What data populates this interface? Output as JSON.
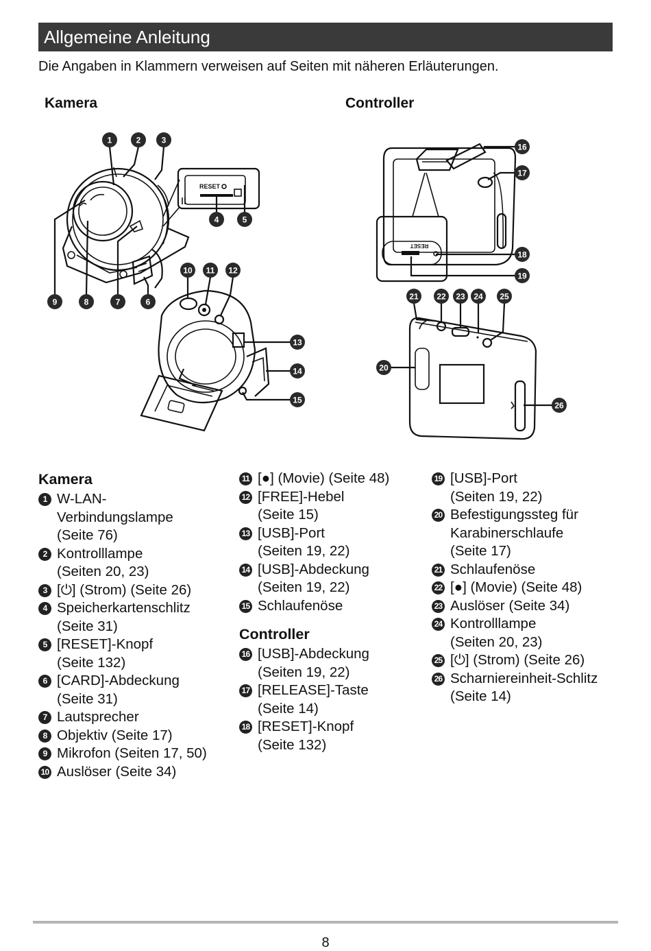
{
  "header": {
    "title": "Allgemeine Anleitung"
  },
  "intro": "Die Angaben in Klammern verweisen auf Seiten mit näheren Erläuterungen.",
  "figures": {
    "camera_heading": "Kamera",
    "controller_heading": "Controller",
    "reset_label": "RESET",
    "reset_label_mirrored": "RESET"
  },
  "markers": [
    "1",
    "2",
    "3",
    "4",
    "5",
    "6",
    "7",
    "8",
    "9",
    "10",
    "11",
    "12",
    "13",
    "14",
    "15",
    "16",
    "17",
    "18",
    "19",
    "20",
    "21",
    "22",
    "23",
    "24",
    "25",
    "26"
  ],
  "legend": {
    "camera_heading": "Kamera",
    "controller_heading": "Controller",
    "items": [
      {
        "num": "1",
        "lines": [
          "W-LAN-",
          "Verbindungslampe",
          "(Seite 76)"
        ]
      },
      {
        "num": "2",
        "lines": [
          "Kontrolllampe",
          "(Seiten 20, 23)"
        ]
      },
      {
        "num": "3",
        "lines": [
          "[⏻] (Strom) (Seite 26)"
        ]
      },
      {
        "num": "4",
        "lines": [
          "Speicherkartenschlitz",
          "(Seite 31)"
        ]
      },
      {
        "num": "5",
        "lines": [
          "[RESET]-Knopf",
          "(Seite 132)"
        ]
      },
      {
        "num": "6",
        "lines": [
          "[CARD]-Abdeckung",
          "(Seite 31)"
        ]
      },
      {
        "num": "7",
        "lines": [
          "Lautsprecher"
        ]
      },
      {
        "num": "8",
        "lines": [
          "Objektiv (Seite 17)"
        ]
      },
      {
        "num": "9",
        "lines": [
          "Mikrofon (Seiten 17, 50)"
        ]
      },
      {
        "num": "10",
        "lines": [
          "Auslöser (Seite 34)"
        ]
      },
      {
        "num": "11",
        "lines": [
          "[●] (Movie) (Seite 48)"
        ]
      },
      {
        "num": "12",
        "lines": [
          "[FREE]-Hebel",
          "(Seite 15)"
        ]
      },
      {
        "num": "13",
        "lines": [
          "[USB]-Port",
          "(Seiten 19, 22)"
        ]
      },
      {
        "num": "14",
        "lines": [
          "[USB]-Abdeckung",
          "(Seiten 19, 22)"
        ]
      },
      {
        "num": "15",
        "lines": [
          "Schlaufenöse"
        ]
      },
      {
        "num": "16",
        "lines": [
          "[USB]-Abdeckung",
          "(Seiten 19, 22)"
        ]
      },
      {
        "num": "17",
        "lines": [
          "[RELEASE]-Taste",
          "(Seite 14)"
        ]
      },
      {
        "num": "18",
        "lines": [
          "[RESET]-Knopf",
          "(Seite 132)"
        ]
      },
      {
        "num": "19",
        "lines": [
          "[USB]-Port",
          "(Seiten 19, 22)"
        ]
      },
      {
        "num": "20",
        "lines": [
          "Befestigungssteg für",
          "Karabinerschlaufe",
          "(Seite 17)"
        ]
      },
      {
        "num": "21",
        "lines": [
          "Schlaufenöse"
        ]
      },
      {
        "num": "22",
        "lines": [
          "[●] (Movie) (Seite 48)"
        ]
      },
      {
        "num": "23",
        "lines": [
          "Auslöser (Seite 34)"
        ]
      },
      {
        "num": "24",
        "lines": [
          "Kontrolllampe",
          "(Seiten 20, 23)"
        ]
      },
      {
        "num": "25",
        "lines": [
          "[⏻] (Strom) (Seite 26)"
        ]
      },
      {
        "num": "26",
        "lines": [
          "Scharniereinheit-Schlitz",
          "(Seite 14)"
        ]
      }
    ]
  },
  "footer": {
    "page_number": "8"
  }
}
